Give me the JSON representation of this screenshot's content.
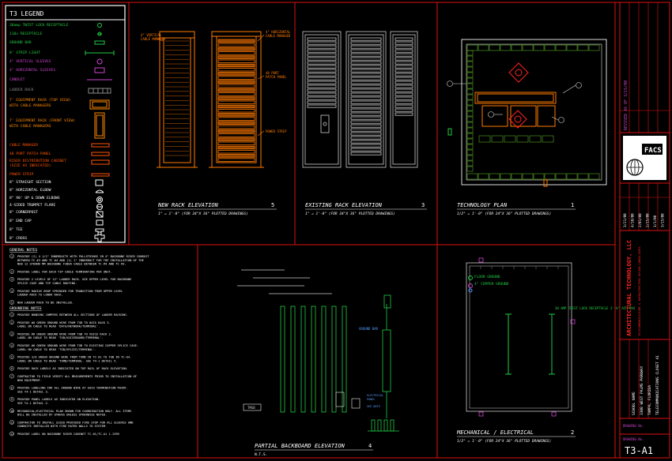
{
  "legend": {
    "title": "T3 LEGEND",
    "items": [
      {
        "label": "30amp TWIST LOCK RECEPTACLE",
        "color": "#22cc44"
      },
      {
        "label": "110v RECEPTACLE",
        "color": "#22cc44"
      },
      {
        "label": "GROUND BAR",
        "color": "#22cc44"
      },
      {
        "label": "8' STRIP LIGHT",
        "color": "#22cc44"
      },
      {
        "label": "4\" VERTICAL SLEEVES",
        "color": "#cc44cc"
      },
      {
        "label": "4\" HORIZONTAL SLEEVES",
        "color": "#cc44cc"
      },
      {
        "label": "CONDUIT",
        "color": "#cc44cc"
      },
      {
        "label": "LADDER RACK",
        "color": "#888888"
      },
      {
        "label": "7' EQUIPMENT RACK (TOP VIEW)",
        "color": "#ff8800"
      },
      {
        "label": "WITH CABLE MANAGERS",
        "color": "#ff8800"
      },
      {
        "label": "7' EQUIPMENT RACK (FRONT VIEW)",
        "color": "#ff8800"
      },
      {
        "label": "WITH CABLE MANAGERS",
        "color": "#ff8800"
      },
      {
        "label": "CABLE MANAGER",
        "color": "#ff5500"
      },
      {
        "label": "48 PORT PATCH PANEL",
        "color": "#ff5500"
      },
      {
        "label": "RISER DISTRIBUTION CABINET",
        "color": "#ff5500"
      },
      {
        "label": "(SIZE AS INDICATED)",
        "color": "#ff5500"
      },
      {
        "label": "POWER STRIP",
        "color": "#ff5500"
      },
      {
        "label": "8\" STRAIGHT SECTION",
        "color": "#ffffff"
      },
      {
        "label": "8\" HORIZONTAL ELBOW",
        "color": "#ffffff"
      },
      {
        "label": "8\" 90' UP & DOWN ELBOWS",
        "color": "#ffffff"
      },
      {
        "label": "4-SIDED TRUMPET FLARE",
        "color": "#ffffff"
      },
      {
        "label": "8\" CORNERPOST",
        "color": "#ffffff"
      },
      {
        "label": "8\" END CAP",
        "color": "#ffffff"
      },
      {
        "label": "8\" TEE",
        "color": "#ffffff"
      },
      {
        "label": "8\" CROSS",
        "color": "#ffffff"
      }
    ]
  },
  "views": {
    "new_rack": {
      "title": "NEW RACK ELEVATION",
      "number": "5",
      "scale": "1\" = 1'-0\"  (FOR 24\"X 36\" PLOTTED DRAWINGS)"
    },
    "existing_rack": {
      "title": "EXISTING RACK ELEVATION",
      "number": "3",
      "scale": "1\" = 1'-0\"  (FOR 24\"X 36\" PLOTTED DRAWINGS)"
    },
    "technology_plan": {
      "title": "TECHNOLOGY PLAN",
      "number": "1",
      "scale": "1/2\" = 1'-0\"  (FOR 24\"X 36\" PLOTTED DRAWINGS)"
    },
    "backboard": {
      "title": "PARTIAL BACKBOARD ELEVATION",
      "number": "4",
      "scale": "N.T.S."
    },
    "mech_elec": {
      "title": "MECHANICAL / ELECTRICAL",
      "number": "2",
      "scale": "1/2\" = 1'-0\"  (FOR 24\"X 36\" PLOTTED DRAWINGS)"
    }
  },
  "mech_labels": {
    "floor_ground": "FLOOR GROUND",
    "copper_ground": "4\" COPPER GROUND",
    "twist_lock": "30 AMP TWIST LOCK RECEPTACLE 3'-0\" AFF MAX"
  },
  "backboard_labels": {
    "ground_bar": "GROUND BAR",
    "tmgb": "TMGB"
  },
  "notes": {
    "general_title": "GENERAL NOTES",
    "general": [
      {
        "n": "1",
        "lines": [
          "PROVIDE (2) 4 1/2\" INNERDUCTS WITH PULLSTRINGS IN 4\" BACKBONE RISER CONDUIT",
          "BETWEEN TC #3 AND TC #4 AND (1) 1\" INNERDUCT FOR THE INSTALLATION OF THE",
          "NEW 12 STRAND MM BACKBONE FIBER CABLE BETWEEN TC #4 AND TC #3."
        ]
      },
      {
        "n": "2",
        "lines": [
          "PROVIDE LABEL FOR EACH TIP CABLE TERMINATING PER UNIT."
        ]
      },
      {
        "n": "3",
        "lines": [
          "PROVIDE 2 LEVELS OF 12\" LADDER RACK. USE UPPER LEVEL FOR BACKBONE",
          "SPLICE CASE AND TIP CABLE ROUTING."
        ]
      },
      {
        "n": "4",
        "lines": [
          "PROVIDE RADIUS DROP SPRINGER FOR TRANSITION FROM UPPER LEVEL",
          "LADDER RACK TO LOWER RACK."
        ]
      },
      {
        "n": "5",
        "lines": [
          "NEW LADDER RACK TO BE INSTALLED."
        ]
      }
    ],
    "ground_title": "GROUNDING NOTES",
    "ground": [
      {
        "n": "1",
        "lines": [
          "PROVIDE BONDING JUMPERS BETWEEN ALL SECTIONS OF LADDER RACKING."
        ]
      },
      {
        "n": "2",
        "lines": [
          "PROVIDE #6 GREEN GROUND WIRE FROM TGB TO DATA RACK 3.",
          "LABEL ON CABLE TO READ 'DATA/NETWORK/TERMINAL'."
        ]
      },
      {
        "n": "3",
        "lines": [
          "PROVIDE #6 GREEN GROUND WIRE FROM TGB TO VOICE RACK 2.",
          "LABEL ON CABLE TO READ 'TGB/VOICEBOARD/TERMINAL'."
        ]
      },
      {
        "n": "4",
        "lines": [
          "PROVIDE #6 GREEN GROUND WIRE FROM TGB TO EXISTING COPPER SPLICE CASE.",
          "LABEL ON CABLE TO READ 'TGB/SPLICE/TERMINAL'."
        ]
      },
      {
        "n": "5",
        "lines": [
          "PROVIDE 3/0 GREEN GROUND WIRE FROM TGMB IN TC-A1 TO TGB IN TC-A4.",
          "LABEL ON CABLE TO READ 'TGMB/TERMINAL. SEE T4-1 DETAIL 5."
        ]
      },
      {
        "n": "6",
        "lines": [
          "PROVIDE RACK LABELS AS INDICATED ON TOP RAIL OF RACK ELEVATION."
        ]
      },
      {
        "n": "7",
        "lines": [
          "CONTRACTOR TO FIELD VERIFY ALL MEASUREMENTS PRIOR TO INSTALLATION OF",
          "NEW EQUIPMENT."
        ]
      },
      {
        "n": "8",
        "lines": [
          "PROVIDE LABELING FOR ALL GROUND WIRE AT EACH TERMINATION POINT.",
          "SEE T4-1 DETAIL 3."
        ]
      },
      {
        "n": "9",
        "lines": [
          "PROVIDE PANEL LABELS AS INDICATED ON ELEVATION.",
          "SEE T4-1 DETAIL 2."
        ]
      },
      {
        "n": "10",
        "lines": [
          "MECHANICAL/ELECTRICAL PLAN SHOWN FOR COORDINATION ONLY. ALL ITEMS",
          "WILL BE INSTALLED BY OTHERS UNLESS OTHERWISE NOTED."
        ]
      },
      {
        "n": "11",
        "lines": [
          "CONTRACTOR TO INSTALL SIZED PROVIDED FIRE STOP FOR ALL SLEEVES AND",
          "CONDUITS INSTALLED WITH FIRE RATED WALLS TO SYSTEM."
        ]
      },
      {
        "n": "12",
        "lines": [
          "PROVIDE LABEL ON BACKBONE RISER CABINET TC-01/TC-A1 1-1399"
        ]
      }
    ]
  },
  "titleblock": {
    "revision": "REVISED AS OF 3/15/00",
    "firm": "ARCHITECTURAL TECHNOLOGY, LLC",
    "firm_sub": "TELECOMMUNICATIONS & INFRASTRUCTURE DESIGN CONSULTANTS",
    "logo_text": "FACS",
    "dates": [
      "3/21/00",
      "4/10/00",
      "2/01/00",
      "2/15/00",
      "3/1/00",
      "3/15/00"
    ],
    "project": [
      "SCHOOL NAME",
      "3300 WEST PALMS PARKWAY",
      "TAMPA, FLORIDA"
    ],
    "sheet_desc": "TELECOMMUNICATIONS CLOSET A1",
    "sheet_label": "DRAWING No.",
    "sheet_number": "T3-A1"
  }
}
